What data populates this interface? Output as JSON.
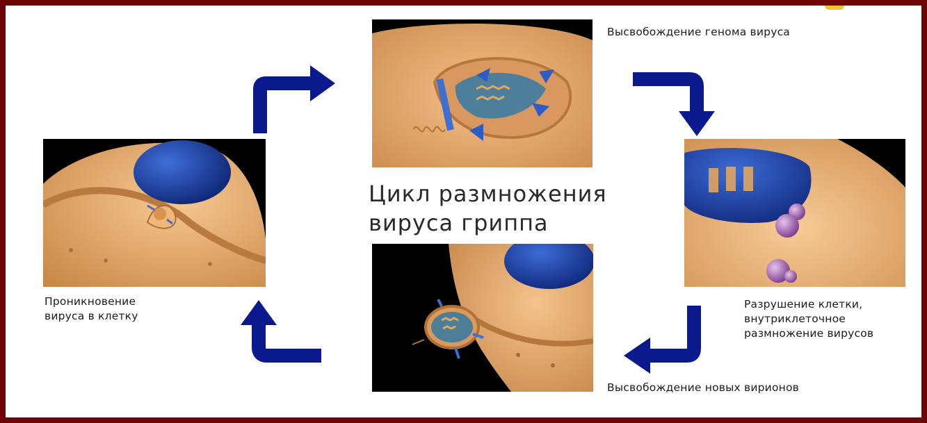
{
  "title_lines": [
    "Цикл размножения",
    "вируса гриппа"
  ],
  "stages": {
    "penetration": {
      "label": "Проникновение\nвируса в клетку"
    },
    "genome_release": {
      "label": "Высвобождение генома вируса"
    },
    "replication": {
      "label": "Разрушение клетки,\nвнутриклеточное\nразмножение вирусов"
    },
    "virion_release": {
      "label": "Высвобождение новых вирионов"
    }
  },
  "colors": {
    "border": "#6e0606",
    "arrow": "#0a1a8c",
    "cell": "#e9a66a",
    "nucleus": "#1c3fa8",
    "virion": "#9a5fa8"
  }
}
